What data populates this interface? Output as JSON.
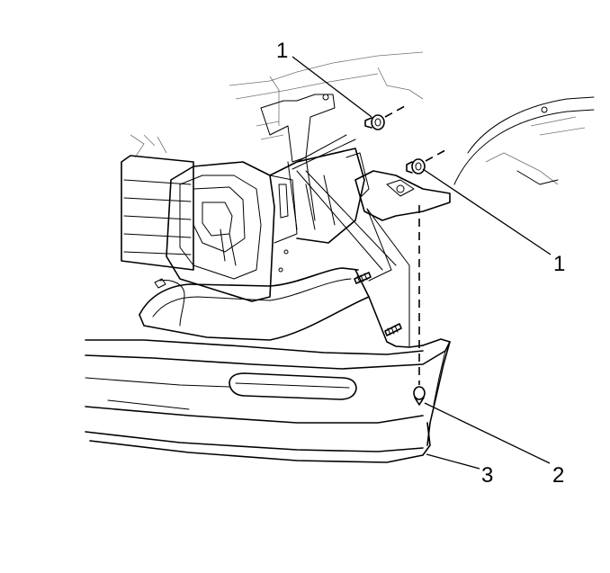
{
  "figure": {
    "callouts": [
      {
        "id": "upper-fastener-left",
        "label": "1"
      },
      {
        "id": "upper-fastener-right",
        "label": "1"
      },
      {
        "id": "lower-fastener",
        "label": "2"
      },
      {
        "id": "bumper-fascia",
        "label": "3"
      }
    ]
  }
}
